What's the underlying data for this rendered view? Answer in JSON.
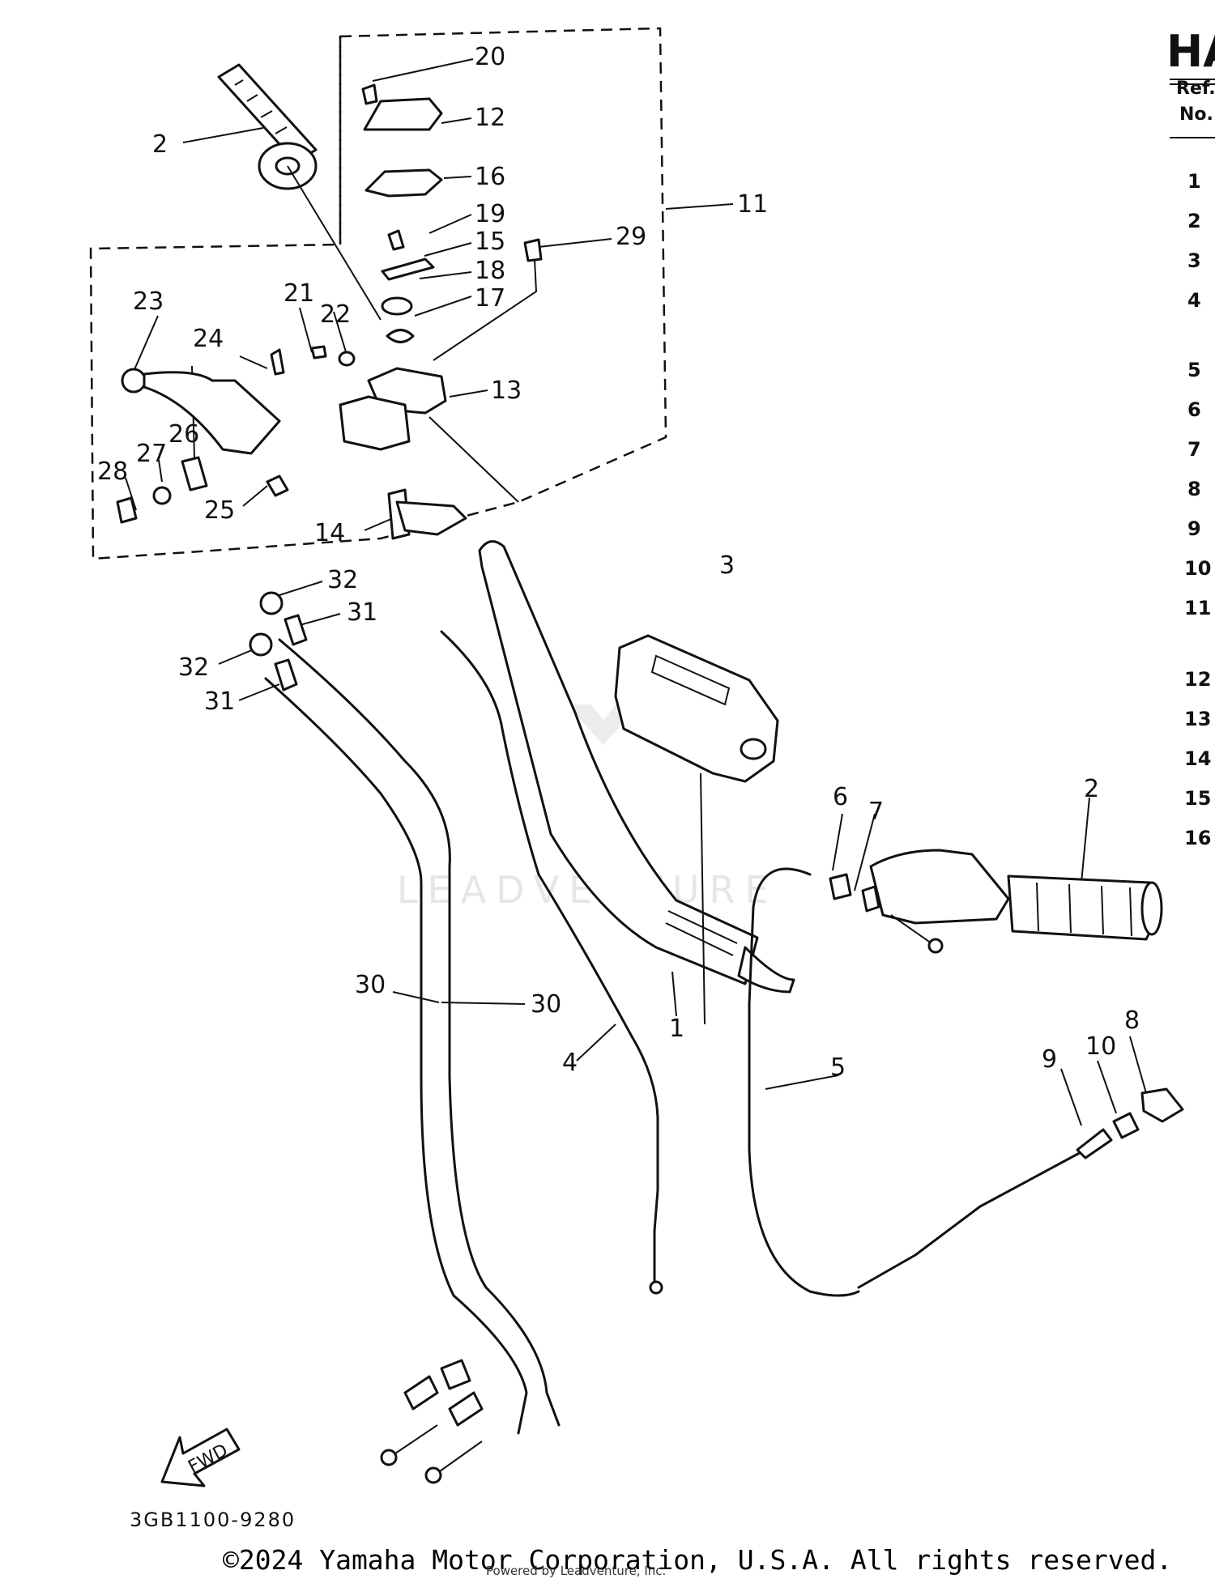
{
  "header": {
    "title_fragment": "HA",
    "ref_col_line1": "Ref.",
    "ref_col_line2": "No."
  },
  "ref_list": [
    "1",
    "2",
    "3",
    "4",
    "5",
    "6",
    "7",
    "8",
    "9",
    "10",
    "11",
    "12",
    "13",
    "14",
    "15",
    "16"
  ],
  "callouts": {
    "c1": "1",
    "c2a": "2",
    "c2b": "2",
    "c3": "3",
    "c4": "4",
    "c5": "5",
    "c6": "6",
    "c7": "7",
    "c8": "8",
    "c9": "9",
    "c10": "10",
    "c11": "11",
    "c12": "12",
    "c13": "13",
    "c14": "14",
    "c15": "15",
    "c16": "16",
    "c17": "17",
    "c18": "18",
    "c19": "19",
    "c20": "20",
    "c21": "21",
    "c22": "22",
    "c23": "23",
    "c24": "24",
    "c25": "25",
    "c26": "26",
    "c27": "27",
    "c28": "28",
    "c29": "29",
    "c30a": "30",
    "c30b": "30",
    "c31a": "31",
    "c31b": "31",
    "c32a": "32",
    "c32b": "32"
  },
  "fwd_label": "FWD",
  "diagram_code": "3GB1100-9280",
  "watermark": "LEADVENTURE",
  "copyright": "©2024 Yamaha Motor Corporation, U.S.A. All rights reserved.",
  "credit": "Powered by Leadventure, Inc."
}
